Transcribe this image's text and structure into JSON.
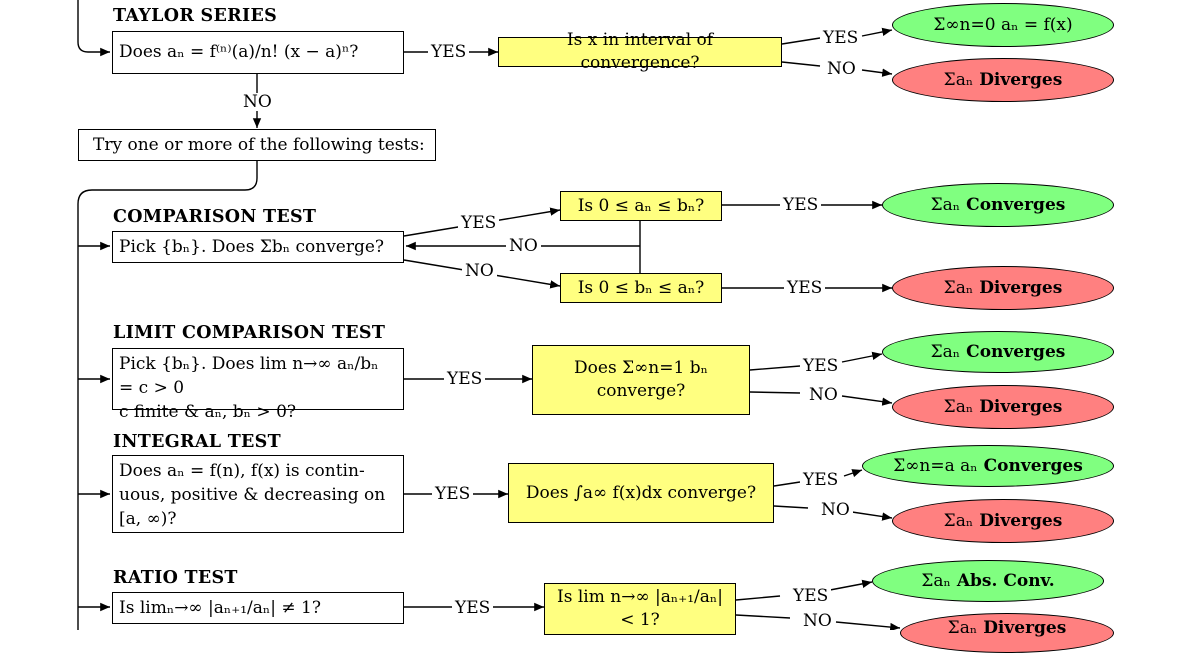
{
  "sections": {
    "taylor": {
      "title": "TAYLOR SERIES",
      "question": "Does aₙ = f⁽ⁿ⁾(a)/n! (x − a)ⁿ?",
      "yes_label": "YES",
      "no_label": "NO",
      "check": "Is x in interval of convergence?",
      "check_yes": "YES",
      "check_no": "NO",
      "result_yes": {
        "formula": "Σ∞n=0 aₙ = f(x)",
        "text": ""
      },
      "result_no": {
        "formula": "Σaₙ",
        "text": "Diverges"
      }
    },
    "try_tests": "Try one or more of the following tests:",
    "comparison": {
      "title": "COMPARISON TEST",
      "question": "Pick {bₙ}. Does Σbₙ converge?",
      "yes_label": "YES",
      "no_label": "NO",
      "back_no_label": "NO",
      "check_yes_branch": "Is 0 ≤ aₙ ≤ bₙ?",
      "check_no_branch": "Is 0 ≤ bₙ ≤ aₙ?",
      "yes1": "YES",
      "yes2": "YES",
      "result_yes": {
        "formula": "Σaₙ",
        "text": "Converges"
      },
      "result_no": {
        "formula": "Σaₙ",
        "text": "Diverges"
      }
    },
    "limit_comparison": {
      "title": "LIMIT COMPARISON TEST",
      "question_line1": "Pick {bₙ}. Does lim n→∞ aₙ/bₙ = c > 0",
      "question_line2": "c finite & aₙ, bₙ > 0?",
      "yes_label": "YES",
      "check": "Does Σ∞n=1 bₙ converge?",
      "check_yes": "YES",
      "check_no": "NO",
      "result_yes": {
        "formula": "Σaₙ",
        "text": "Converges"
      },
      "result_no": {
        "formula": "Σaₙ",
        "text": "Diverges"
      }
    },
    "integral": {
      "title": "INTEGRAL TEST",
      "question_line1": "Does aₙ = f(n), f(x) is contin-",
      "question_line2": "uous, positive & decreasing on",
      "question_line3": "[a, ∞)?",
      "yes_label": "YES",
      "check": "Does ∫a∞ f(x)dx converge?",
      "check_yes": "YES",
      "check_no": "NO",
      "result_yes": {
        "formula": "Σ∞n=a aₙ",
        "text": "Converges"
      },
      "result_no": {
        "formula": "Σaₙ",
        "text": "Diverges"
      }
    },
    "ratio": {
      "title": "RATIO TEST",
      "question": "Is limₙ→∞ |aₙ₊₁/aₙ| ≠ 1?",
      "yes_label": "YES",
      "check": "Is lim n→∞ |aₙ₊₁/aₙ| < 1?",
      "check_yes": "YES",
      "check_no": "NO",
      "result_yes": {
        "formula": "Σaₙ",
        "text": "Abs. Conv."
      },
      "result_no": {
        "formula": "Σaₙ",
        "text": "Diverges"
      }
    }
  },
  "colors": {
    "yellow": "#ffff80",
    "green": "#80ff80",
    "red": "#ff8080"
  }
}
